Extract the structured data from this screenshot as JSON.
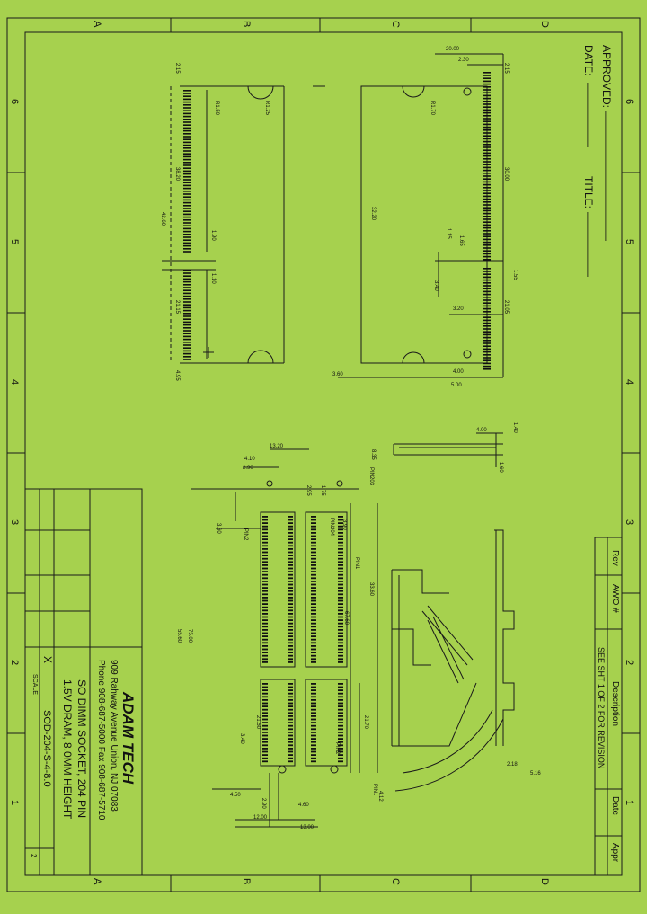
{
  "grid": {
    "top_letters": [
      "A",
      "B",
      "C",
      "D"
    ],
    "side_numbers": [
      "6",
      "5",
      "4",
      "3",
      "2",
      "1"
    ]
  },
  "approval": {
    "approved": "APPROVED:",
    "date": "DATE:",
    "title": "TITLE:"
  },
  "revision_table": {
    "headers": [
      "Rev",
      "AWO #",
      "Description",
      "Date",
      "Appr"
    ],
    "note": "SEE SHT 1 OF 2 FOR REVISION"
  },
  "title_block": {
    "company": "ADAM TECH",
    "address": "909 Rahway Avenue  Union, NJ 07083",
    "phone": "Phone 908-687-5000  Fax 908-687-5710",
    "title_line1": "SO DIMM SOCKET, 204 PIN",
    "title_line2": "1.5V DRAM, 8.0MM HEIGHT",
    "part_no": "SOD-204-S-4-8.0",
    "scale_label": "SCALE",
    "sheet_no": "2",
    "x_mark": "X"
  },
  "dimensions": {
    "top_left": [
      "2.15",
      "R1.50",
      "R1.25",
      "38.20",
      "42.60",
      "1.90",
      "1.10",
      "21.15",
      "4.95"
    ],
    "top_right": [
      "20.00",
      "2.30",
      "2.15",
      "30.00",
      "R1.70",
      "32.20",
      "1.65",
      "1.15",
      "1.55",
      "3.40",
      "3.20",
      "21.05",
      "4.00",
      "5.00",
      "3.60"
    ],
    "side_detail": [
      "4.00",
      "1.40",
      "1.60"
    ],
    "footprint": [
      "13.20",
      "4.10",
      "2.90",
      "PIN203",
      "PIN204",
      "2.95",
      "1.75",
      "PIN2",
      "3.60",
      "3.90",
      "PIN1",
      "67.60",
      "55.60",
      "75.00",
      "21.50",
      "21.70",
      "2.90",
      "12.00",
      "13.00",
      "4.60",
      "PIN1",
      "4.12",
      "PIN2",
      "3.40",
      "4.50",
      "2.18",
      "5.16",
      "33.60",
      "8.35"
    ]
  },
  "colors": {
    "background": "#a6d14e",
    "ink": "#111111"
  }
}
